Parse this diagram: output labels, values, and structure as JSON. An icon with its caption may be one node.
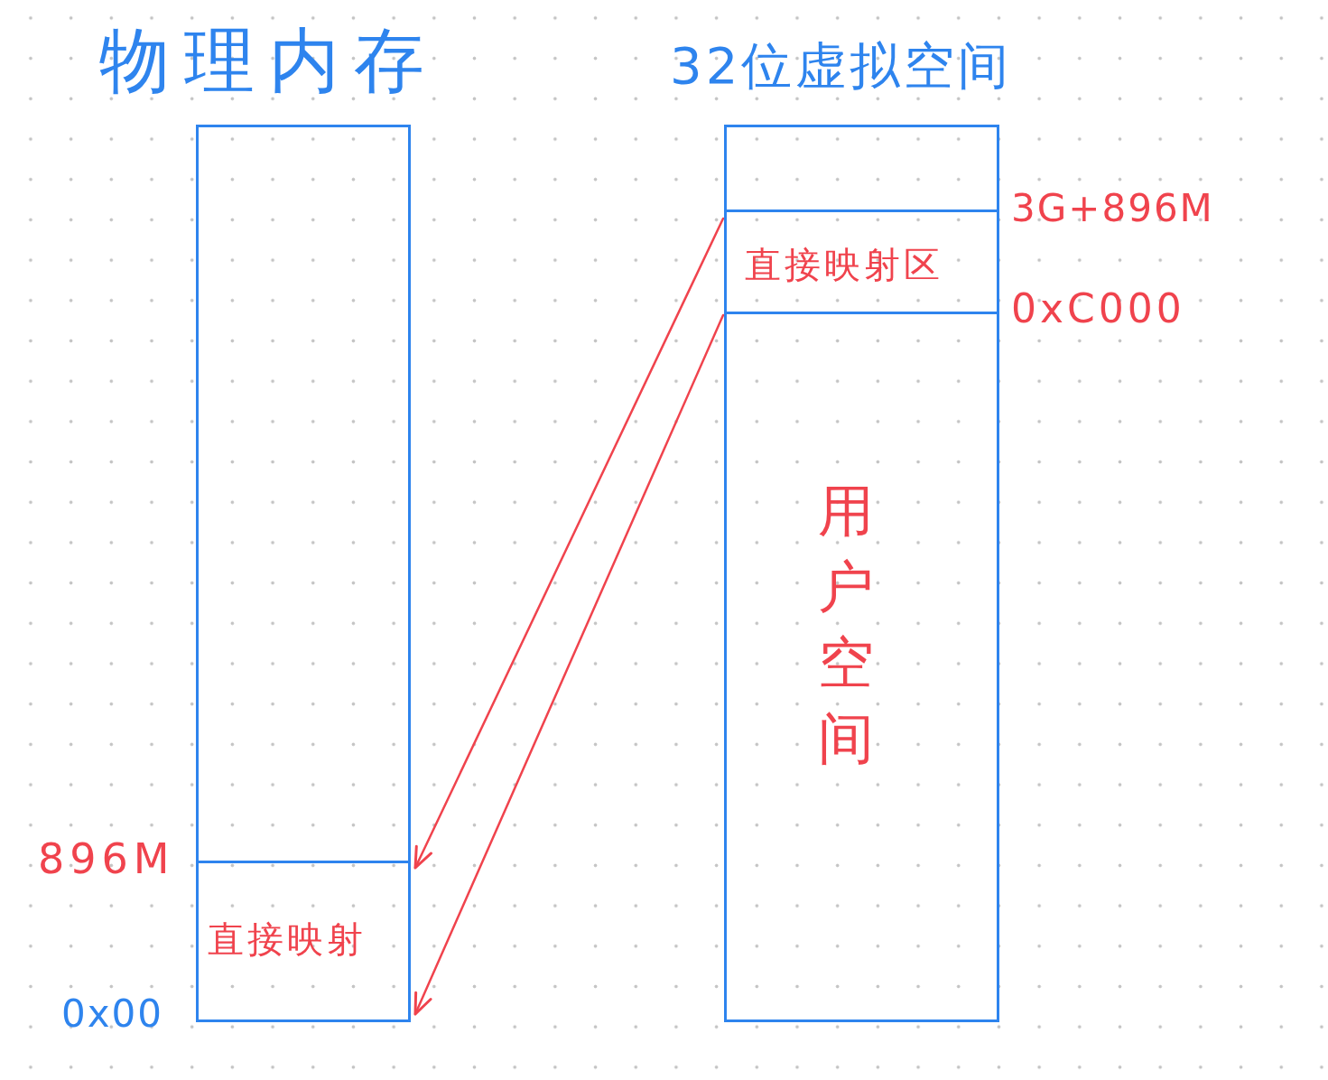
{
  "diagram": {
    "nodes": [
      {
        "text": [
          "物理内存"
        ]
      },
      {
        "text": [
          "直接映射"
        ],
        "in": 0
      },
      {
        "text": [
          "32位虚拟空间"
        ]
      },
      {
        "text": [
          "直接映射区"
        ],
        "in": 2
      },
      {
        "text": [
          "用户空间"
        ],
        "in": 2
      }
    ],
    "edges": [
      {
        "from": 3,
        "to": 1,
        "arrow": "to"
      },
      {
        "from": 3,
        "to": 1,
        "arrow": "to"
      }
    ],
    "labels": [
      "3G+896M",
      "0xC000",
      "896M",
      "0x00"
    ]
  }
}
